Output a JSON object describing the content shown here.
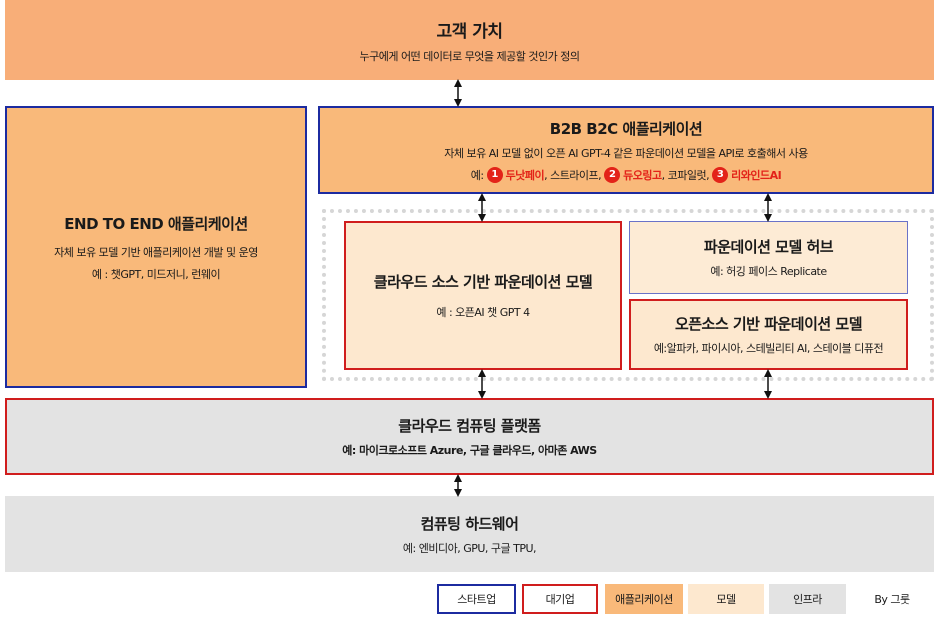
{
  "layers": {
    "customer_value": {
      "title": "고객 가치",
      "subtitle": "누구에게 어떤 데이터로 무엇을 제공할 것인가 정의"
    },
    "end_to_end": {
      "title": "END TO END 애플리케이션",
      "subtitle": "자체 보유 모델 기반 애플리케이션 개발 및 운영",
      "example": "예 : 챗GPT, 미드저니, 런웨이"
    },
    "b2b_b2c": {
      "title": "B2B B2C 애플리케이션",
      "subtitle": "자체 보유 AI 모델 없이 오픈 AI GPT-4 같은 파운데이션 모델을 API로 호출해서 사용",
      "example_prefix": "예:",
      "example_1_num": "1",
      "example_1": "두낫페이",
      "example_sep_1": ", 스트라이프,",
      "example_2_num": "2",
      "example_2": "듀오링고",
      "example_sep_2": ", 코파일럿,",
      "example_3_num": "3",
      "example_3": "리와인드AI"
    },
    "cloud_source_model": {
      "title": "클라우드 소스 기반 파운데이션 모델",
      "example": "예 : 오픈AI 챗 GPT 4"
    },
    "model_hub": {
      "title": "파운데이션 모델 허브",
      "example": "예: 허깅 페이스 Replicate"
    },
    "open_source_model": {
      "title": "오픈소스 기반 파운데이션 모델",
      "example": "예:알파카, 파이시아, 스테빌리티 AI, 스테이블 디퓨전"
    },
    "cloud_platform": {
      "title": "클라우드 컴퓨팅 플랫폼",
      "example": "예: 마이크로소프트 Azure, 구글 클라우드, 아마존 AWS"
    },
    "hardware": {
      "title": "컴퓨팅 하드웨어",
      "example": "예: 엔비디아, GPU, 구글 TPU,"
    }
  },
  "legend": {
    "startup": "스타트업",
    "enterprise": "대기업",
    "application": "애플리케이션",
    "model": "모델",
    "infra": "인프라",
    "credit": "By 그룻"
  },
  "colors": {
    "application": "#f9b97a",
    "model": "#fde8cf",
    "infra": "#e3e3e3",
    "startup_border": "#1c2ba0",
    "enterprise_border": "#d01d1d",
    "top_band": "#f8ae78"
  }
}
